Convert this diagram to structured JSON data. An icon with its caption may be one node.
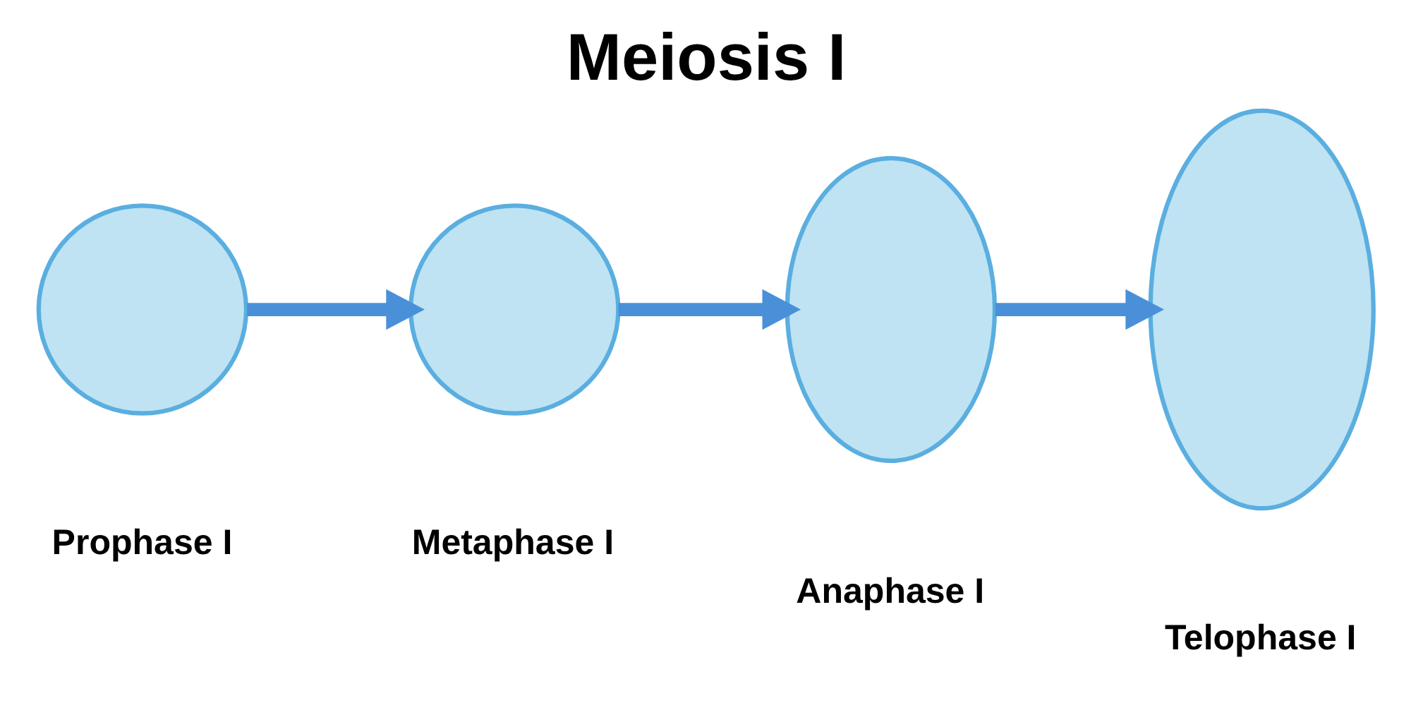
{
  "diagram": {
    "title": "Meiosis I",
    "nodes": [
      {
        "text": [],
        "shape": "circle",
        "beside": [
          "Prophase I"
        ]
      },
      {
        "text": [],
        "shape": "circle",
        "beside": [
          "Metaphase I"
        ]
      },
      {
        "text": [],
        "shape": "circle",
        "beside": [
          "Anaphase I"
        ]
      },
      {
        "text": [],
        "shape": "circle",
        "beside": [
          "Telophase I"
        ]
      }
    ],
    "edges": [
      {
        "from": 0,
        "to": 1,
        "arrow": "to"
      },
      {
        "from": 1,
        "to": 2,
        "arrow": "to"
      },
      {
        "from": 2,
        "to": 3,
        "arrow": "to"
      }
    ]
  }
}
